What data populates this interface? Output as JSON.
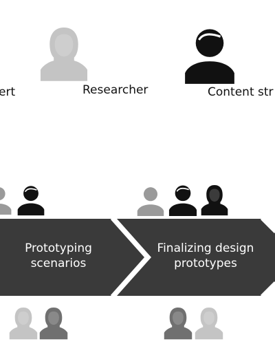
{
  "roles": {
    "expert": "ert",
    "researcher": "Researcher",
    "content": "Content str"
  },
  "stages": {
    "prototyping": [
      "Prototyping",
      "scenarios"
    ],
    "finalizing": [
      "Finalizing design",
      "prototypes"
    ]
  },
  "colors": {
    "arrow_bar": "#3a3a3a",
    "light_gray": "#c4c4c4",
    "mid_gray": "#9a9a9a",
    "dark_gray": "#707070",
    "black": "#111111"
  },
  "icons": {
    "female": "female-person-icon",
    "male": "male-person-icon",
    "generic": "generic-person-icon"
  }
}
